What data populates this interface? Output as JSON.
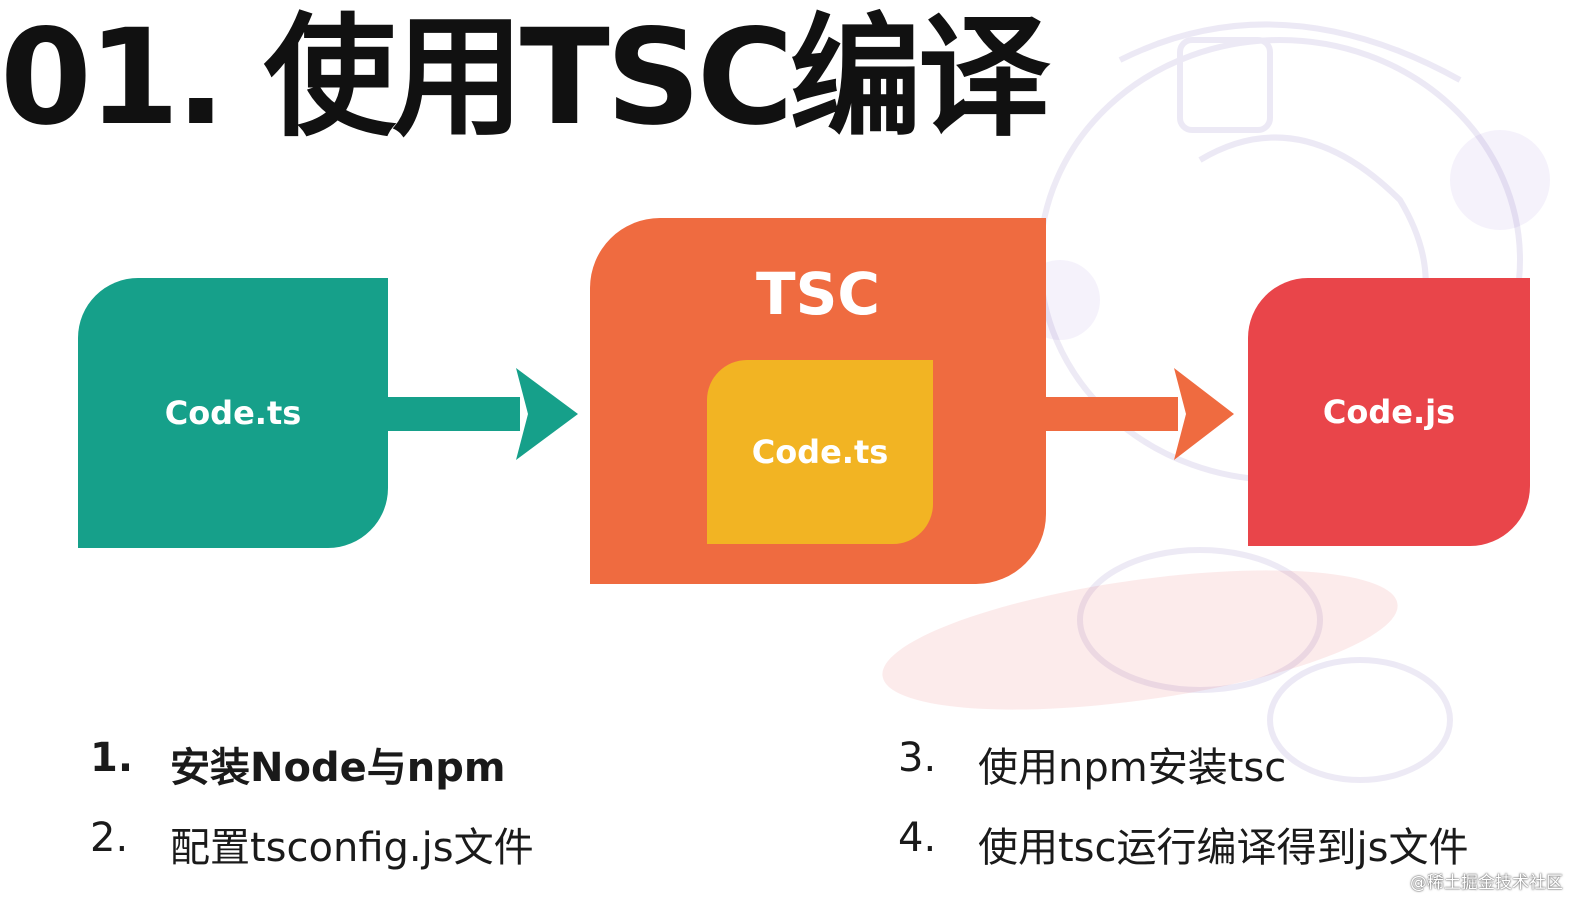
{
  "title": "01. 使用TSC编译",
  "diagram": {
    "source_box_label": "Code.ts",
    "compiler_label": "TSC",
    "compiler_inner_label": "Code.ts",
    "output_box_label": "Code.js"
  },
  "steps": [
    {
      "num": "1.",
      "text": "安装Node与npm"
    },
    {
      "num": "2.",
      "text": "配置tsconfig.js文件"
    },
    {
      "num": "3.",
      "text": "使用npm安装tsc"
    },
    {
      "num": "4.",
      "text": "使用tsc运行编译得到js文件"
    }
  ],
  "watermark": "@稀土掘金技术社区",
  "colors": {
    "teal": "#16a08a",
    "orange": "#ef6b40",
    "yellow": "#f2b423",
    "red": "#e9454a"
  }
}
